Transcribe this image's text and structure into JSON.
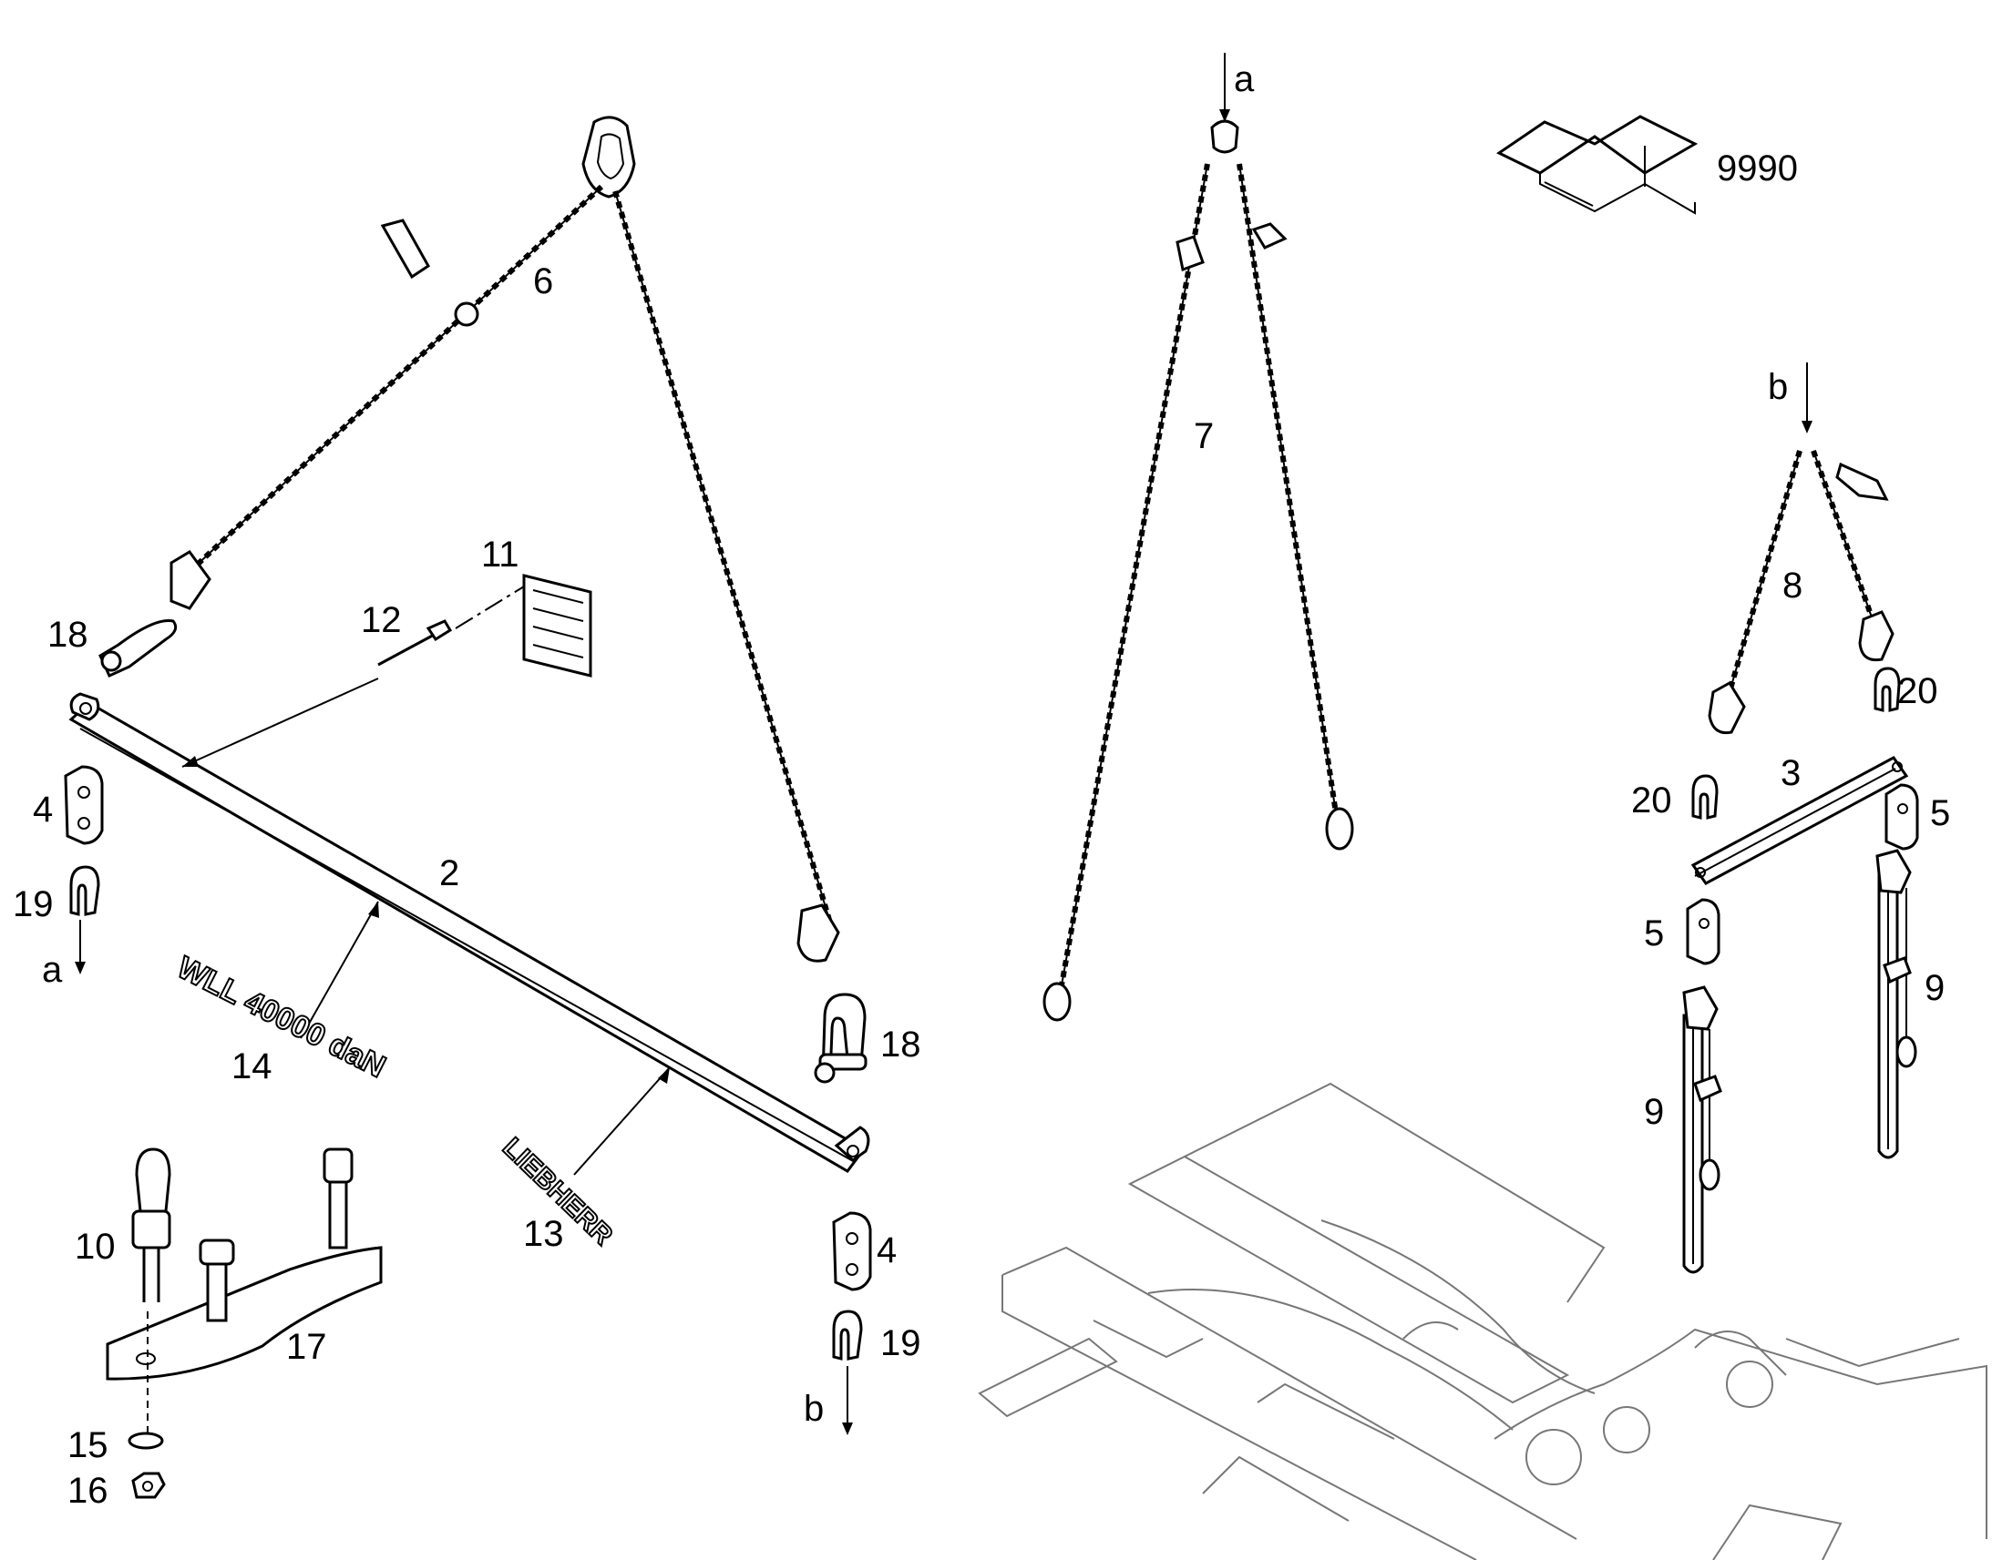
{
  "diagram": {
    "callouts": {
      "p2": "2",
      "p3": "3",
      "p4a": "4",
      "p4b": "4",
      "p5a": "5",
      "p5b": "5",
      "p6": "6",
      "p7": "7",
      "p8": "8",
      "p9a": "9",
      "p9b": "9",
      "p10": "10",
      "p11": "11",
      "p12": "12",
      "p13": "13",
      "p14": "14",
      "p15": "15",
      "p16": "16",
      "p17": "17",
      "p18a": "18",
      "p18b": "18",
      "p19a": "19",
      "p19b": "19",
      "p20a": "20",
      "p20b": "20",
      "p9990": "9990",
      "ref_a1": "a",
      "ref_a2": "a",
      "ref_b1": "b",
      "ref_b2": "b"
    },
    "decals": {
      "wll": "WLL 40000 daN",
      "brand": "LIEBHERR"
    }
  }
}
